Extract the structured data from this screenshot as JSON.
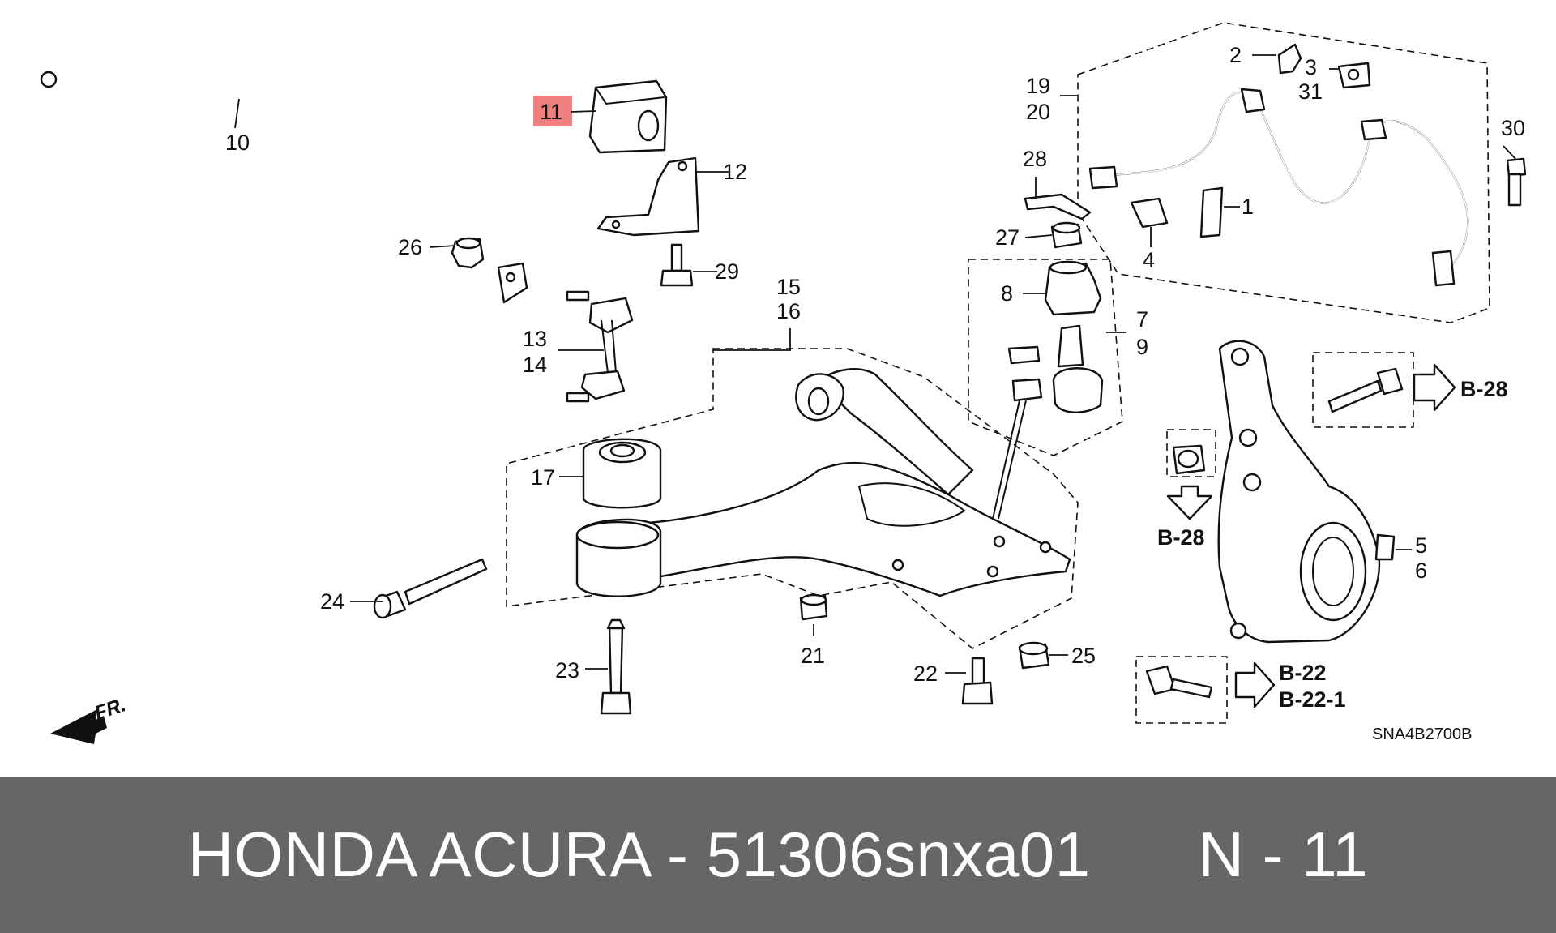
{
  "diagram": {
    "part_labels": [
      "10",
      "11",
      "12",
      "26",
      "29",
      "13",
      "14",
      "15",
      "16",
      "17",
      "24",
      "23",
      "21",
      "22",
      "25",
      "19",
      "20",
      "2",
      "3",
      "31",
      "30",
      "28",
      "27",
      "1",
      "4",
      "8",
      "7",
      "9",
      "5",
      "6"
    ],
    "references": [
      "B-28",
      "B-28",
      "B-22",
      "B-22-1"
    ],
    "drawing_code": "SNA4B2700B",
    "direction": "FR.",
    "highlighted_part": "11",
    "highlight_color": "#f08080"
  },
  "footer": {
    "brand": "HONDA ACURA",
    "separator": " - ",
    "part_number": "51306snxa01",
    "position_label": "N - 11",
    "background_color": "#666666",
    "text_color": "#ffffff"
  }
}
